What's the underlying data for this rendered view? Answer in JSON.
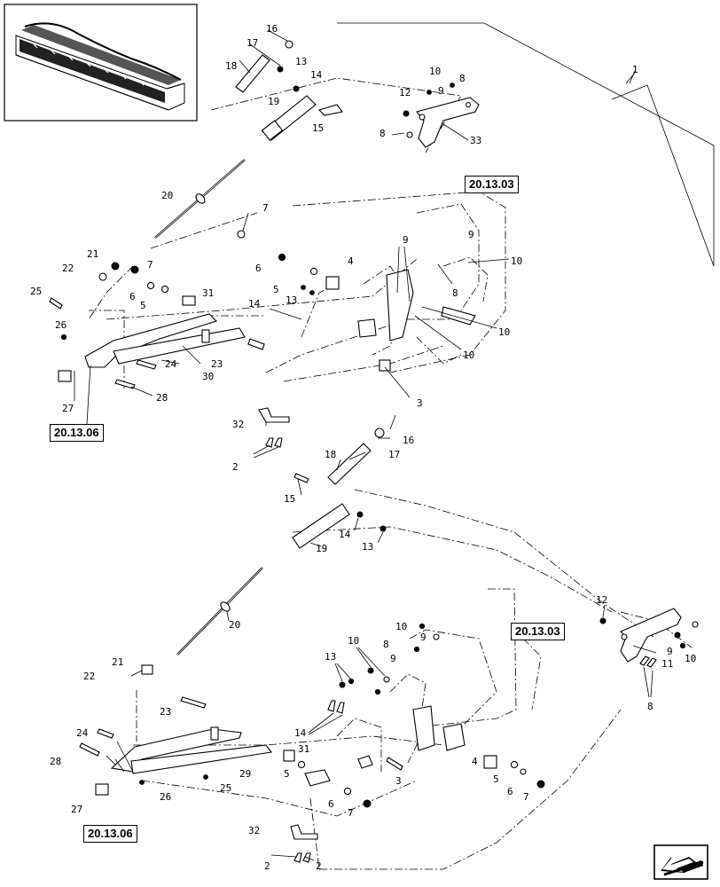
{
  "references": {
    "ref_top_right": "20.13.03",
    "ref_top_left": "20.13.06",
    "ref_bottom_right": "20.13.03",
    "ref_bottom_left": "20.13.06"
  },
  "callouts": {
    "c1": "1",
    "top": {
      "c16": "16",
      "c17": "17",
      "c13": "13",
      "c18": "18",
      "c14": "14",
      "c19": "19",
      "c15": "15",
      "c10a": "10",
      "c8a": "8",
      "c12": "12",
      "c9a": "9",
      "c8b": "8",
      "c33": "33",
      "c7a": "7",
      "c9b": "9",
      "c9c": "9",
      "c10b": "10",
      "c8c": "8",
      "c10c": "10",
      "c10d": "10",
      "c20": "20",
      "c21": "21",
      "c7b": "7",
      "c22": "22",
      "c6a": "6",
      "c4": "4",
      "c5a": "5",
      "c13b": "13",
      "c6b": "6",
      "c5b": "5",
      "c31": "31",
      "c25": "25",
      "c14b": "14",
      "c26": "26",
      "c24": "24",
      "c30": "30",
      "c23": "23",
      "c3": "3",
      "c28": "28",
      "c27": "27",
      "c32": "32",
      "c2": "2"
    },
    "bottom": {
      "c16": "16",
      "c18": "18",
      "c17": "17",
      "c15": "15",
      "c14": "14",
      "c13": "13",
      "c19": "19",
      "c20": "20",
      "c12": "12",
      "c10a": "10",
      "c9a": "9",
      "c8a": "8",
      "c9b": "9",
      "c10b": "10",
      "c11": "11",
      "c8b": "8",
      "c13b": "13",
      "c10c": "10",
      "c9c": "9",
      "c21": "21",
      "c22": "22",
      "c23": "23",
      "c24": "24",
      "c28": "28",
      "c14b": "14",
      "c31": "31",
      "c29": "29",
      "c4": "4",
      "c5a": "5",
      "c3": "3",
      "c5b": "5",
      "c6a": "6",
      "c26": "26",
      "c25": "25",
      "c6b": "6",
      "c7a": "7",
      "c7b": "7",
      "c27": "27",
      "c32": "32",
      "c2a": "2",
      "c2b": "2"
    }
  },
  "icons": {
    "thumbnail": "header-thumbnail-image",
    "nav": "previous-page-arrow-icon"
  }
}
